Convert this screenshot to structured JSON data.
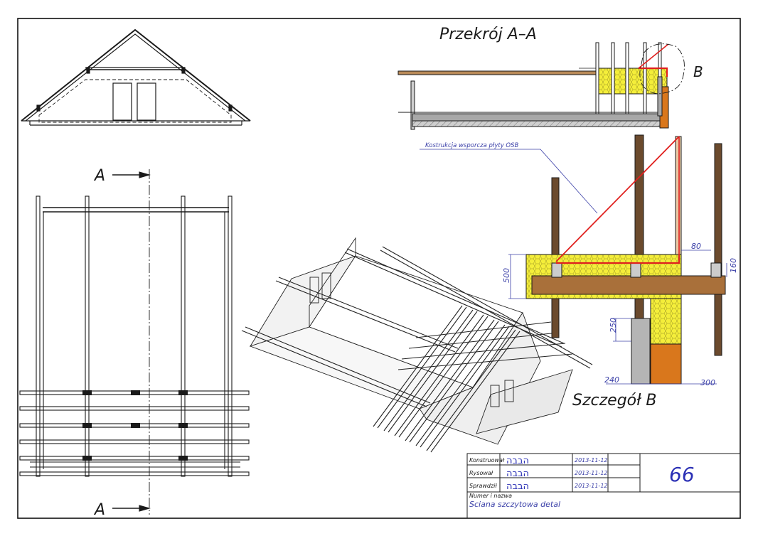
{
  "section_title": "Przekrój A–A",
  "section_marker": "A",
  "detail_marker": "B",
  "detail_title": "Szczegół B",
  "annotation_label": "Kostrukcja wsporcza płyty OSB",
  "dimensions": {
    "d80": "80",
    "d160": "160",
    "d500": "500",
    "d250": "250",
    "d240": "240",
    "d300": "300"
  },
  "title_block": {
    "rows": [
      {
        "label": "Konstruował",
        "signature": "הבבה",
        "date": "2013-11-12"
      },
      {
        "label": "Rysował",
        "signature": "הבבה",
        "date": "2013-11-12"
      },
      {
        "label": "Sprawdził",
        "signature": "הבבה",
        "date": "2013-11-12"
      }
    ],
    "sheet_number": "66",
    "name_label": "Numer i nazwa",
    "drawing_name": "Sciana szczytowa detal"
  },
  "colors": {
    "line": "#1a1a1a",
    "insulation": "#f4ee3a",
    "timber": "#a9703a",
    "timber_dark": "#6b4a2d",
    "osb_red": "#e0201e",
    "dimension_blue": "#3b40a8",
    "signature_blue": "#2b30b5",
    "concrete": "#a8a8a8",
    "orange_post": "#d9771c"
  }
}
